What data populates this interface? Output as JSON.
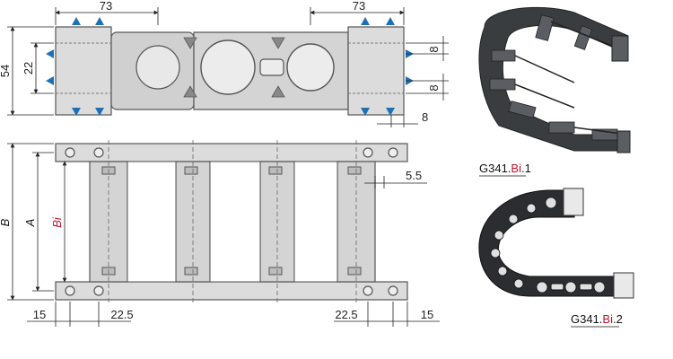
{
  "dimensions": {
    "top_left_width": "73",
    "top_right_width": "73",
    "height_54": "54",
    "height_22": "22",
    "side_8_upper": "8",
    "side_8_lower": "8",
    "side_8_bottom": "8",
    "gap_5_5": "5.5",
    "B": "B",
    "A": "A",
    "Bi": "Bi",
    "left_15": "15",
    "left_22_5": "22.5",
    "right_22_5": "22.5",
    "right_15": "15"
  },
  "captions": {
    "photo_prefix": "G341.",
    "photo_mid": "Bi",
    "photo_suffix": ".1",
    "side_prefix": "G341.",
    "side_mid": "Bi",
    "side_suffix": ".2"
  },
  "colors": {
    "part_fill": "#d9d9d9",
    "part_stroke": "#555555",
    "arrow": "#1f6fb5",
    "highlight_red": "#c8102e",
    "chain_dark": "#3a3d40"
  }
}
